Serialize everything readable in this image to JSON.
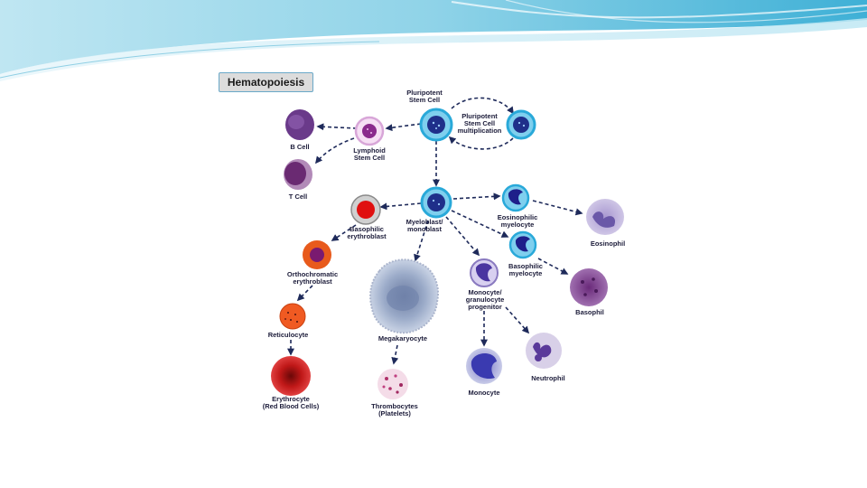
{
  "slide": {
    "title": "Hematopoiesis",
    "labels": {
      "pluripotent_stem_cell": "Pluripotent\nStem Cell",
      "stem_cell_multiplication": "Pluripotent\nStem Cell\nmultiplication",
      "b_cell": "B Cell",
      "lymphoid_stem_cell": "Lymphoid\nStem Cell",
      "t_cell": "T Cell",
      "basophilic_erythroblast": "Basophilic\nerythroblast",
      "myeloblast_monoblast": "Myeloblast/\nmonoblast",
      "eosinophilic_myelocyte": "Eosinophilic\nmyelocyte",
      "eosinophil": "Eosinophil",
      "basophilic_myelocyte": "Basophilic\nmyelocyte",
      "orthochromatic_erythroblast": "Orthochromatic\nerythroblast",
      "monocyte_granulocyte_progenitor": "Monocyte/\ngranulocyte\nprogenitor",
      "basophil": "Basophil",
      "reticulocyte": "Reticulocyte",
      "megakaryocyte": "Megakaryocyte",
      "neutrophil": "Neutrophil",
      "erythrocyte": "Erythrocyte\n(Red Blood Cells)",
      "thrombocytes": "Thrombocytes\n(Platelets)",
      "monocyte": "Monocyte"
    }
  },
  "colors": {
    "banner_light": "#dff2f8",
    "banner_mid": "#7fcbe3",
    "banner_dark": "#2a9ec6",
    "arrow": "#1e2a5a",
    "stem_ring": "#29a9d9",
    "stem_nucleus": "#1f2f8a",
    "lymphoid_ring": "#e7b8e6",
    "lymphoid_core": "#8a2a8c",
    "erythro_red": "#e01010",
    "ortho_orange": "#e85a1c",
    "ortho_core": "#7a1a70",
    "reticulocyte": "#f05a22",
    "erythrocyte": "#c81818",
    "myelocyte_blue": "#1e1f8a",
    "monocyte_progenitor": "#4a35a0",
    "eosinophil": "#8878b8",
    "basophil": "#7a3a8a",
    "megakaryocyte": "#9aa8c4",
    "platelets": "#d8a8c0",
    "b_cell": "#6a3a8a",
    "t_cell": "#7a3a7a"
  },
  "icons": [
    "pluripotent-stem-cell",
    "lymphoid-stem-cell",
    "b-cell",
    "t-cell",
    "myeloblast",
    "basophilic-erythroblast",
    "orthochromatic-erythroblast",
    "reticulocyte",
    "erythrocyte",
    "megakaryocyte",
    "thrombocytes",
    "eosinophilic-myelocyte",
    "basophilic-myelocyte",
    "monocyte-progenitor",
    "eosinophil",
    "basophil",
    "monocyte",
    "neutrophil"
  ]
}
